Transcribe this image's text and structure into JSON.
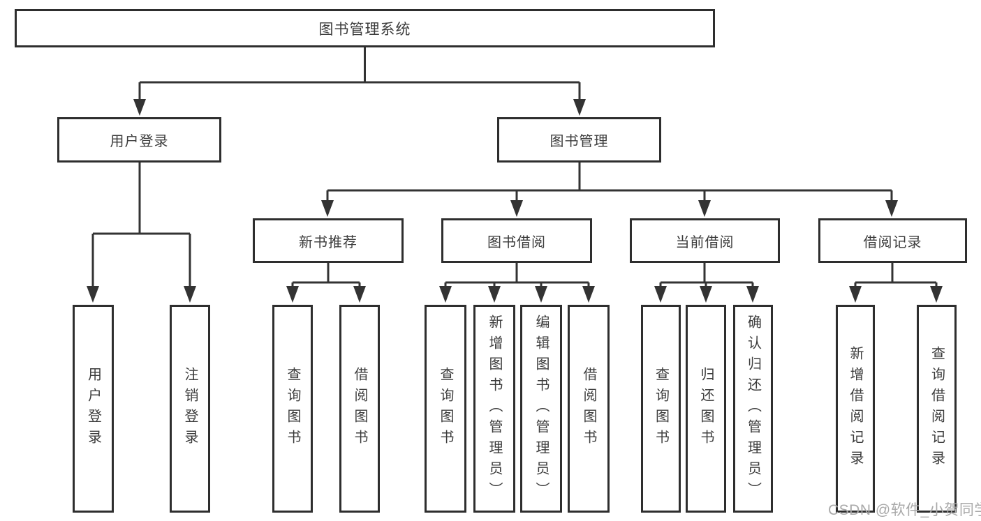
{
  "diagram_title": "图书管理系统",
  "tree": {
    "label": "图书管理系统",
    "children": [
      {
        "label": "用户登录",
        "children": [
          {
            "label": "用户登录"
          },
          {
            "label": "注销登录"
          }
        ]
      },
      {
        "label": "图书管理",
        "children": [
          {
            "label": "新书推荐",
            "children": [
              {
                "label": "查询图书"
              },
              {
                "label": "借阅图书"
              }
            ]
          },
          {
            "label": "图书借阅",
            "children": [
              {
                "label": "查询图书"
              },
              {
                "label": "新增图书（管理员）"
              },
              {
                "label": "编辑图书（管理员）"
              },
              {
                "label": "借阅图书"
              }
            ]
          },
          {
            "label": "当前借阅",
            "children": [
              {
                "label": "查询图书"
              },
              {
                "label": "归还图书"
              },
              {
                "label": "确认归还（管理员）"
              }
            ]
          },
          {
            "label": "借阅记录",
            "children": [
              {
                "label": "新增借阅记录"
              },
              {
                "label": "查询借阅记录"
              }
            ]
          }
        ]
      }
    ]
  },
  "watermark": "CSDN @软件_小贺同学",
  "colors": {
    "line": "#333333",
    "border": "#2e2e2e",
    "text": "#3c3c3c",
    "watermark": "#a9a9a9",
    "background": "#ffffff"
  }
}
